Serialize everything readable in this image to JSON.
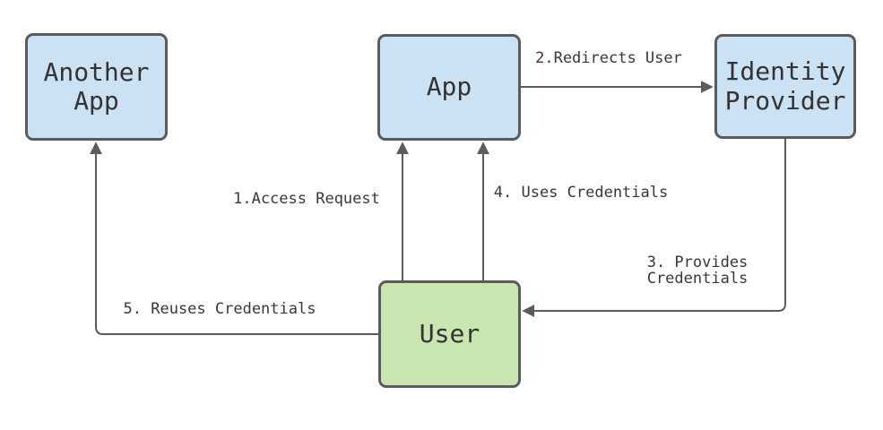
{
  "diagram": {
    "colors": {
      "node_blue_fill": "#cbe2f5",
      "node_green_fill": "#c9e6b1",
      "node_border": "#5b5b5b",
      "connector": "#5b5b5b",
      "text": "#333333",
      "background": "#ffffff"
    },
    "nodes": [
      {
        "id": "another-app",
        "lines": [
          "Another",
          "App"
        ],
        "fill": "#cbe2f5"
      },
      {
        "id": "app",
        "lines": [
          "App"
        ],
        "fill": "#cbe2f5"
      },
      {
        "id": "identity-provider",
        "lines": [
          "Identity",
          "Provider"
        ],
        "fill": "#cbe2f5"
      },
      {
        "id": "user",
        "lines": [
          "User"
        ],
        "fill": "#c9e6b1"
      }
    ],
    "edges": [
      {
        "id": "access-request",
        "label": "1.Access Request",
        "from": "user",
        "to": "app"
      },
      {
        "id": "redirects-user",
        "label": "2.Redirects User",
        "from": "app",
        "to": "identity-provider"
      },
      {
        "id": "provides-credentials",
        "label_lines": [
          "3. Provides",
          "Credentials"
        ],
        "from": "identity-provider",
        "to": "user"
      },
      {
        "id": "uses-credentials",
        "label": "4. Uses Credentials",
        "from": "user",
        "to": "app"
      },
      {
        "id": "reuses-credentials",
        "label": "5. Reuses Credentials",
        "from": "user",
        "to": "another-app"
      }
    ]
  }
}
